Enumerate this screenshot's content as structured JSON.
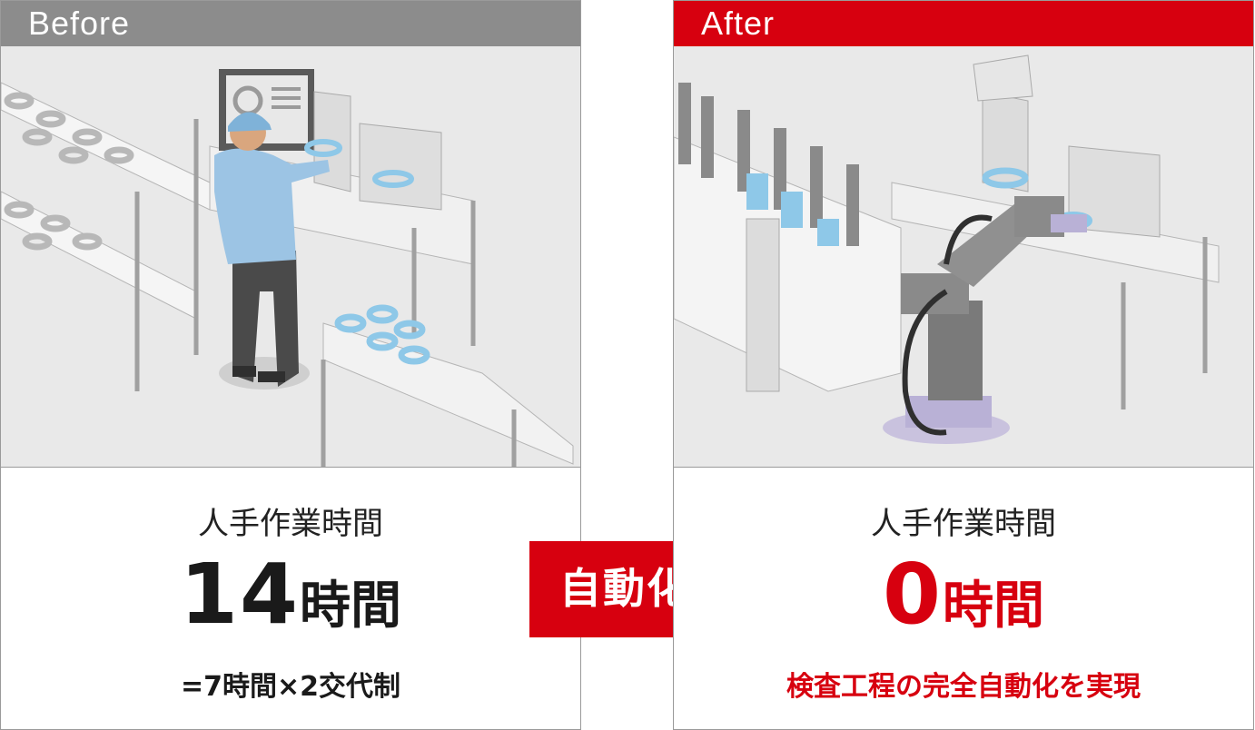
{
  "before": {
    "header": "Before",
    "label": "人手作業時間",
    "value": "14",
    "unit": "時間",
    "note": "=7時間×2交代制"
  },
  "after": {
    "header": "After",
    "label": "人手作業時間",
    "value": "0",
    "unit": "時間",
    "note": "検査工程の完全自動化を実現"
  },
  "arrow": {
    "label": "自動化"
  },
  "colors": {
    "before_header": "#8c8c8c",
    "after_accent": "#d7000f",
    "part_blue": "#8ec8e8"
  }
}
